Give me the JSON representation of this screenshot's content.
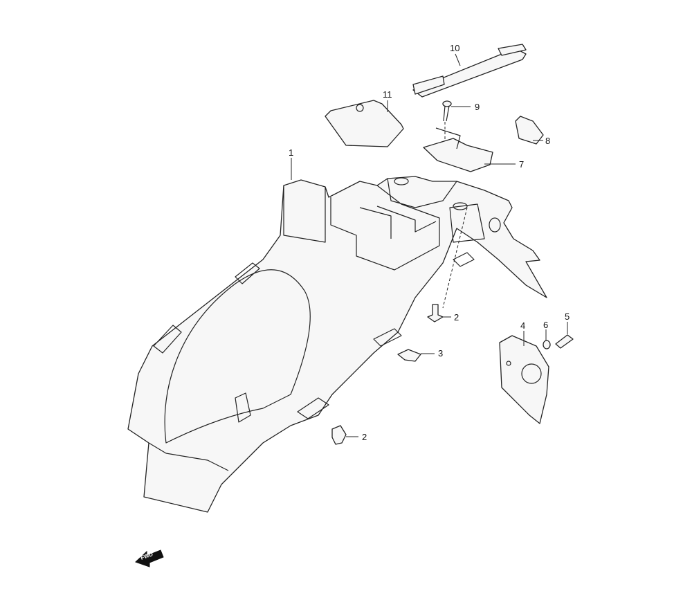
{
  "diagram": {
    "title": "Rear fender parts diagram",
    "callouts": [
      {
        "id": "callout-1",
        "text": "1"
      },
      {
        "id": "callout-2a",
        "text": "2"
      },
      {
        "id": "callout-2b",
        "text": "2"
      },
      {
        "id": "callout-3",
        "text": "3"
      },
      {
        "id": "callout-4",
        "text": "4"
      },
      {
        "id": "callout-5",
        "text": "5"
      },
      {
        "id": "callout-6",
        "text": "6"
      },
      {
        "id": "callout-7",
        "text": "7"
      },
      {
        "id": "callout-8",
        "text": "8"
      },
      {
        "id": "callout-9",
        "text": "9"
      },
      {
        "id": "callout-10",
        "text": "10"
      },
      {
        "id": "callout-11",
        "text": "11"
      }
    ],
    "direction_arrow": "FWD"
  }
}
